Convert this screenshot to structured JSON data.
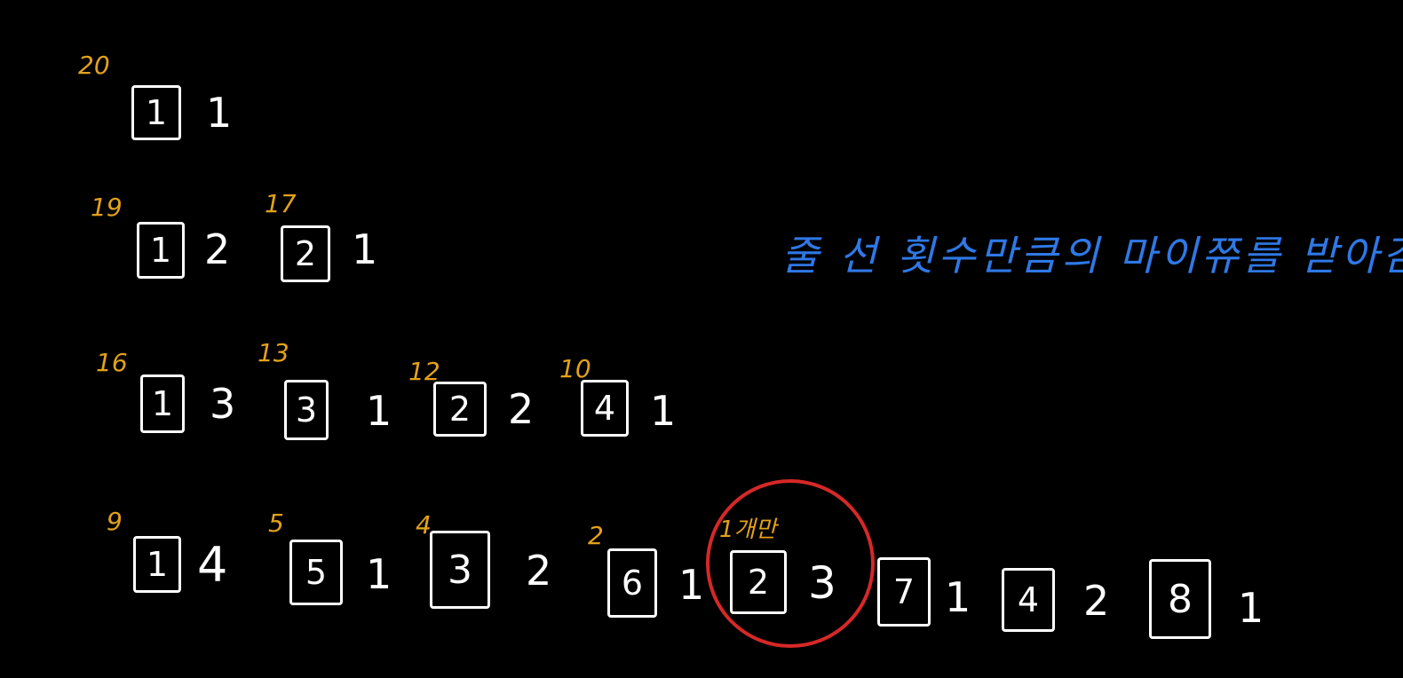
{
  "rows": [
    {
      "items": [
        {
          "box": "1",
          "count": "1",
          "ann": "20"
        }
      ]
    },
    {
      "items": [
        {
          "box": "1",
          "count": "2",
          "ann": "19"
        },
        {
          "box": "2",
          "count": "1",
          "ann": "17"
        }
      ]
    },
    {
      "items": [
        {
          "box": "1",
          "count": "3",
          "ann": "16"
        },
        {
          "box": "3",
          "count": "1",
          "ann": "13"
        },
        {
          "box": "2",
          "count": "2",
          "ann": "12"
        },
        {
          "box": "4",
          "count": "1",
          "ann": "10"
        }
      ]
    },
    {
      "items": [
        {
          "box": "1",
          "count": "4",
          "ann": "9"
        },
        {
          "box": "5",
          "count": "1",
          "ann": "5"
        },
        {
          "box": "3",
          "count": "2",
          "ann": "4"
        },
        {
          "box": "6",
          "count": "1",
          "ann": "2"
        },
        {
          "box": "2",
          "count": "3",
          "ann": "1개만"
        },
        {
          "box": "7",
          "count": "1"
        },
        {
          "box": "4",
          "count": "2"
        },
        {
          "box": "8",
          "count": "1"
        }
      ]
    }
  ],
  "note": "줄 선 횟수만큼의 마이쮸를 받아감!",
  "colors": {
    "background": "#000000",
    "ink": "#ffffff",
    "annotation": "#e3a21a",
    "note": "#2f78e6",
    "highlight": "#d62828"
  }
}
